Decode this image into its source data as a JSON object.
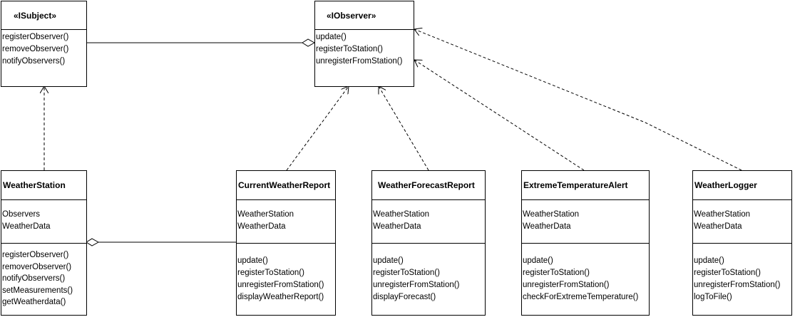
{
  "classes": {
    "isubject": {
      "name": "«ISubject»",
      "operations": [
        "registerObserver()",
        "removeObserver()",
        "notifyObservers()"
      ]
    },
    "iobserver": {
      "name": "«IObserver»",
      "operations": [
        "update()",
        "registerToStation()",
        "unregisterFromStation()"
      ]
    },
    "weather_station": {
      "name": "WeatherStation",
      "attributes": [
        "Observers",
        "WeatherData"
      ],
      "operations": [
        "registerObserver()",
        "removerObserver()",
        "notifyObservers()",
        "setMeasurements()",
        "getWeatherdata()"
      ]
    },
    "current_weather_report": {
      "name": "CurrentWeatherReport",
      "attributes": [
        "WeatherStation",
        "WeatherData"
      ],
      "operations": [
        "update()",
        "registerToStation()",
        "unregisterFromStation()",
        "displayWeatherReport()"
      ]
    },
    "weather_forecast_report": {
      "name": "WeatherForecastReport",
      "attributes": [
        "WeatherStation",
        "WeatherData"
      ],
      "operations": [
        "update()",
        "registerToStation()",
        "unregisterFromStation()",
        "displayForecast()"
      ]
    },
    "extreme_temperature_alert": {
      "name": "ExtremeTemperatureAlert",
      "attributes": [
        "WeatherStation",
        "WeatherData"
      ],
      "operations": [
        "update()",
        "registerToStation()",
        "unregisterFromStation()",
        "checkForExtremeTemperature()"
      ]
    },
    "weather_logger": {
      "name": "WeatherLogger",
      "attributes": [
        "WeatherStation",
        "WeatherData"
      ],
      "operations": [
        "update()",
        "registerToStation()",
        "unregisterFromStation()",
        "logToFile()"
      ]
    }
  }
}
